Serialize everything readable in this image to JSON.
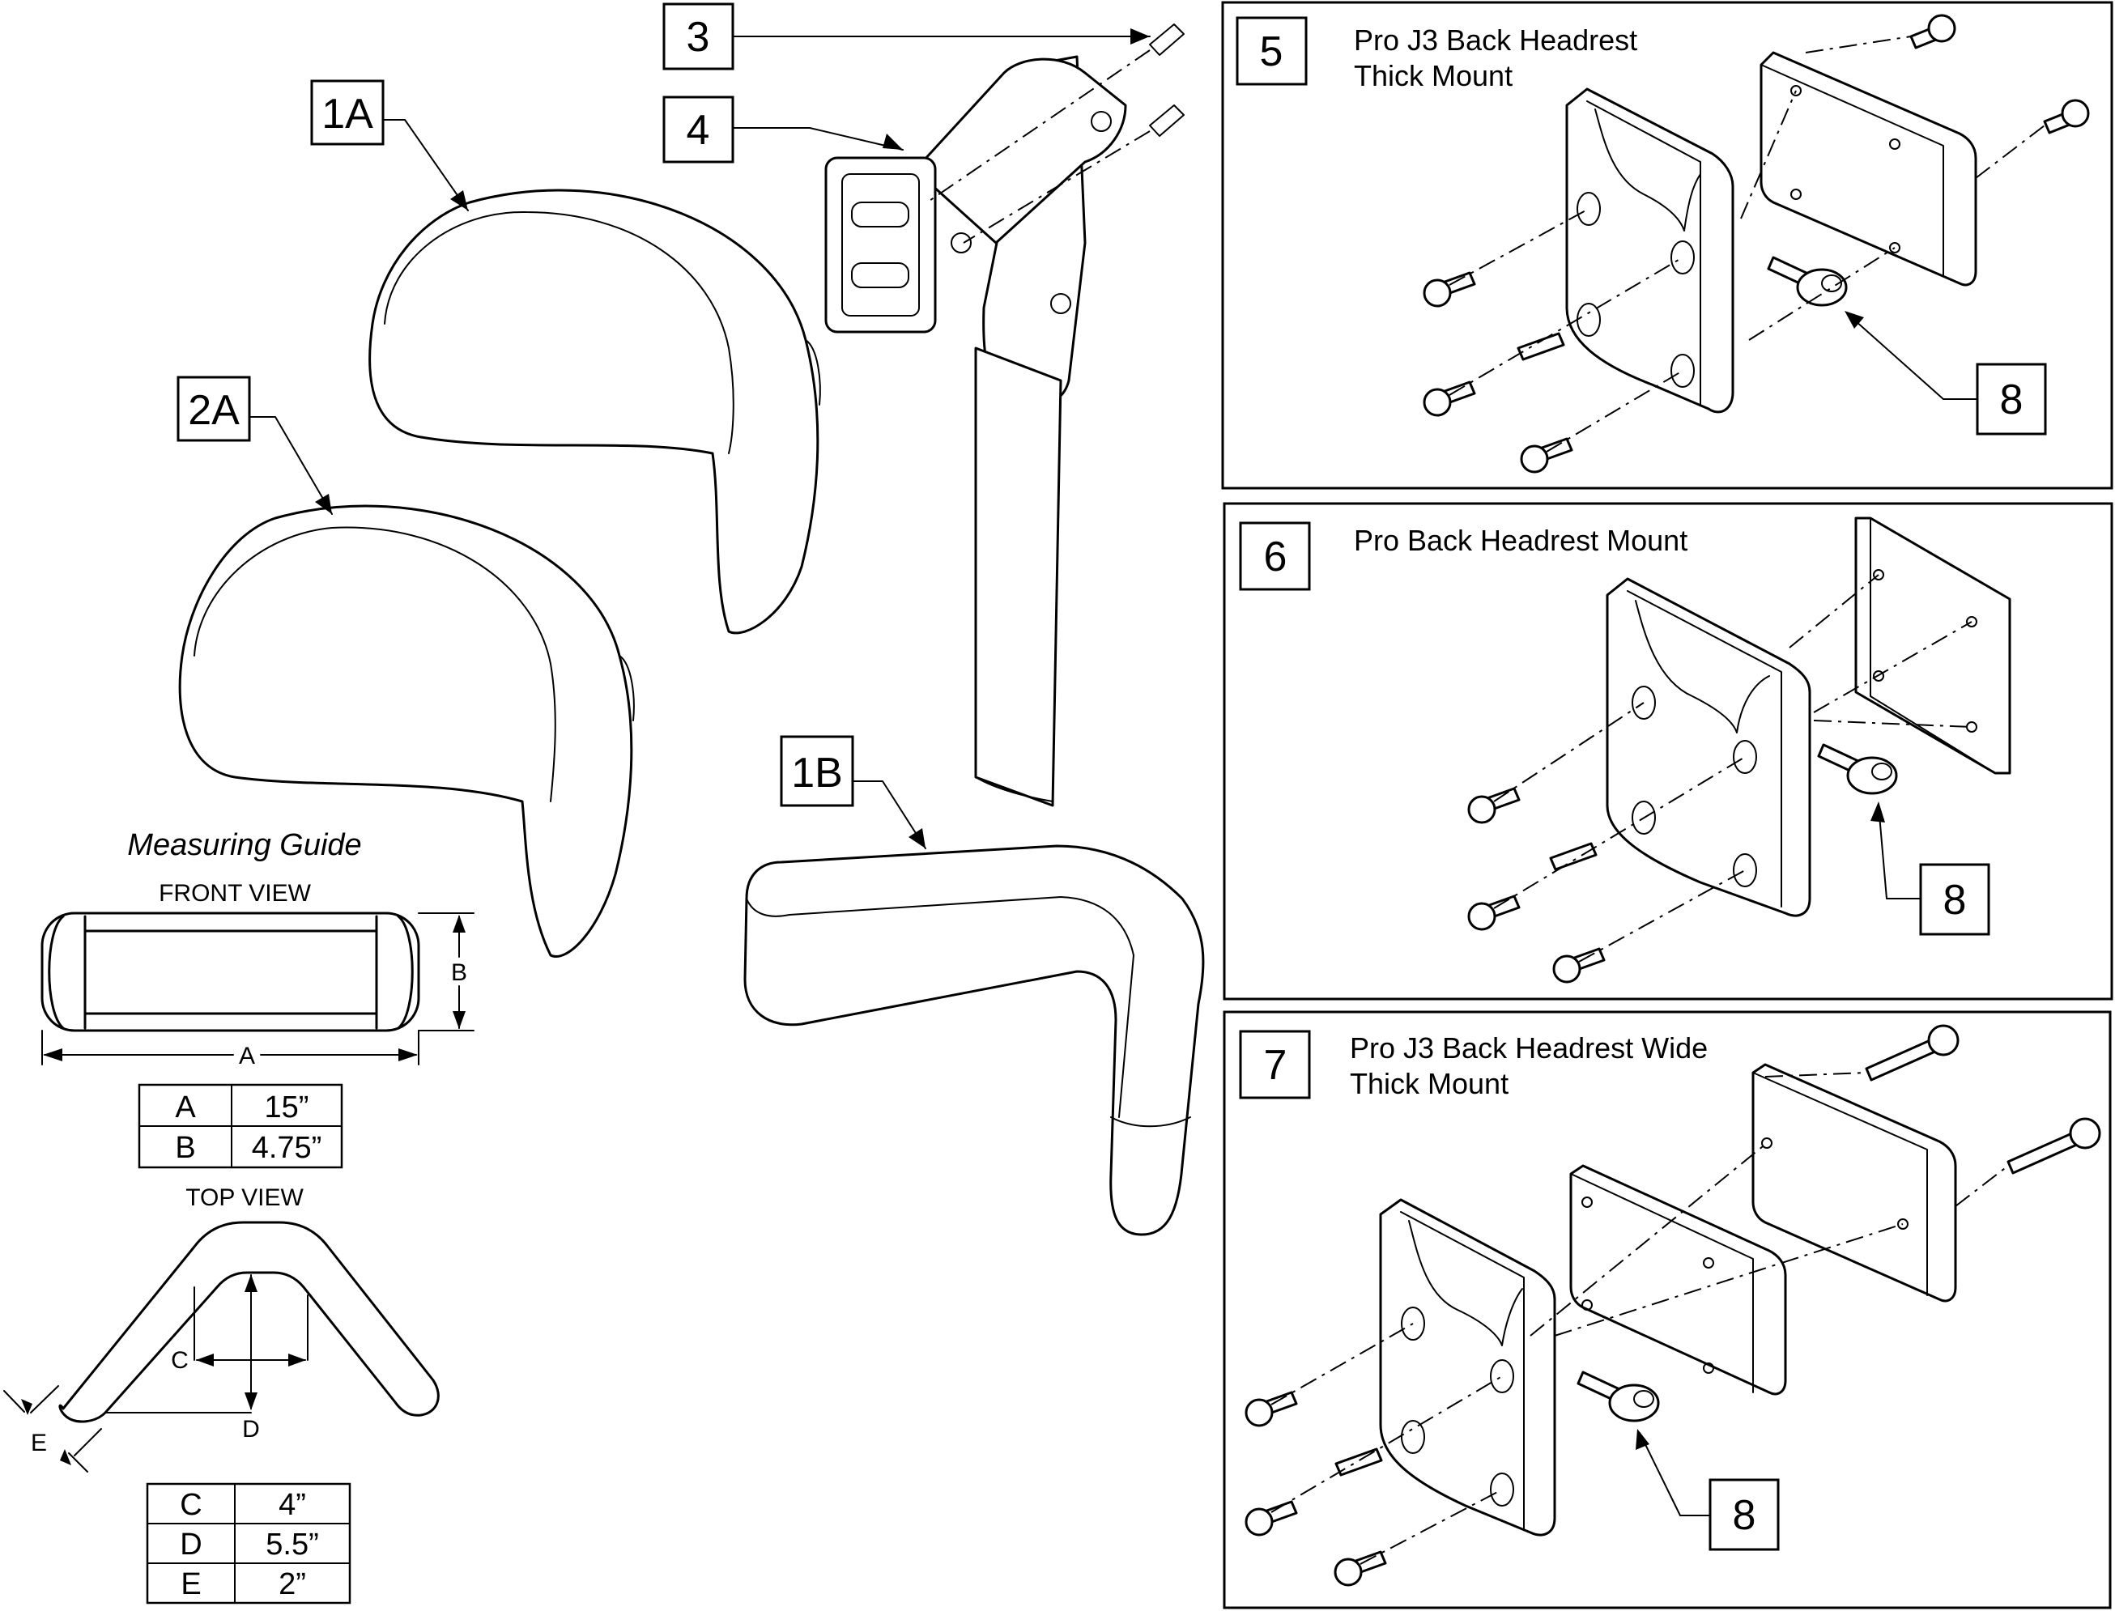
{
  "callouts": {
    "c3": "3",
    "c4": "4",
    "c1a": "1A",
    "c2a": "2A",
    "c1b": "1B",
    "c5": "5",
    "c6": "6",
    "c7": "7",
    "c8a": "8",
    "c8b": "8",
    "c8c": "8"
  },
  "panels": {
    "p5_title_line1": "Pro J3 Back Headrest",
    "p5_title_line2": "Thick Mount",
    "p6_title": "Pro Back Headrest Mount",
    "p7_title_line1": "Pro J3 Back Headrest Wide",
    "p7_title_line2": "Thick Mount"
  },
  "guide": {
    "title": "Measuring Guide",
    "front_view": "FRONT VIEW",
    "top_view": "TOP VIEW",
    "dim_a": "A",
    "dim_b": "B",
    "dim_c": "C",
    "dim_d": "D",
    "dim_e": "E",
    "table1": [
      {
        "k": "A",
        "v": "15”"
      },
      {
        "k": "B",
        "v": "4.75”"
      }
    ],
    "table2": [
      {
        "k": "C",
        "v": "4”"
      },
      {
        "k": "D",
        "v": "5.5”"
      },
      {
        "k": "E",
        "v": "2”"
      }
    ]
  }
}
